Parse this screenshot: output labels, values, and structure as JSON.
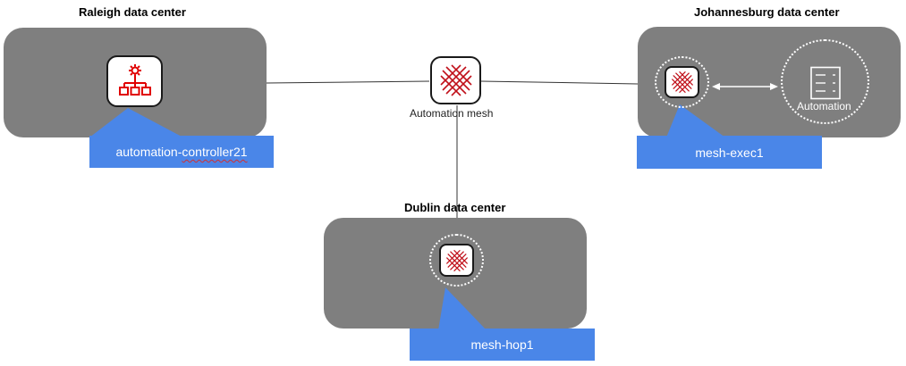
{
  "titles": {
    "raleigh": "Raleigh data center",
    "johannesburg": "Johannesburg data center",
    "dublin": "Dublin data center"
  },
  "nodes": {
    "controller": "automation-controller21",
    "exec": "mesh-exec1",
    "hop": "mesh-hop1"
  },
  "hub_label": "Automation mesh",
  "automation_label": "Automation",
  "colors": {
    "datacenter": "#7f7f7f",
    "callout": "#4a86e8",
    "accent": "#e00000"
  },
  "icons": {
    "controller": "controller-hierarchy-icon",
    "mesh": "mesh-lattice-icon",
    "automation": "server-rack-icon"
  }
}
